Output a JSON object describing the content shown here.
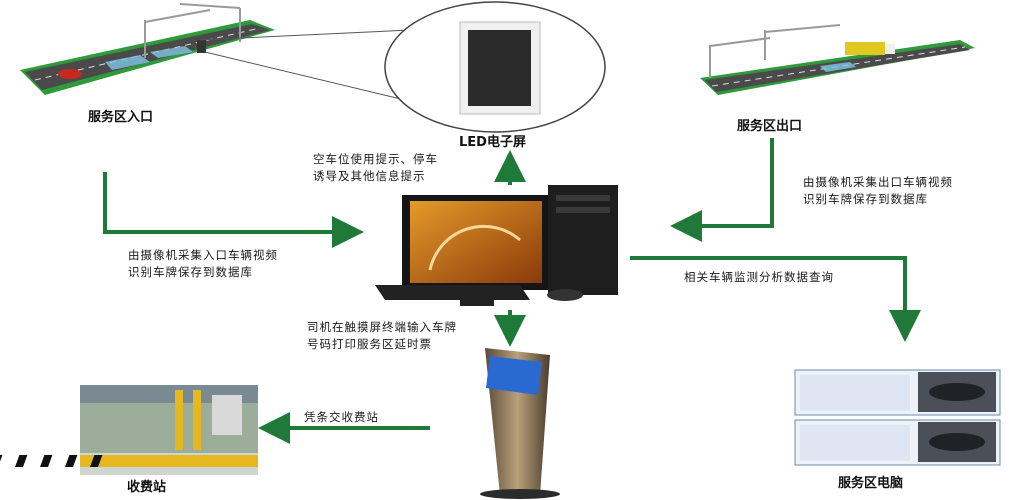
{
  "nodes": {
    "entrance": "服务区入口",
    "led": "LED电子屏",
    "exit": "服务区出口",
    "toll": "收费站",
    "computer": "服务区电脑"
  },
  "notes": {
    "led_note": [
      "空车位使用提示、停车",
      "诱导及其他信息提示"
    ],
    "entrance_note": [
      "由摄像机采集入口车辆视频",
      "识别车牌保存到数据库"
    ],
    "exit_note": [
      "由摄像机采集出口车辆视频",
      "识别车牌保存到数据库"
    ],
    "query_note": "相关车辆监测分析数据查询",
    "kiosk_note": [
      "司机在触摸屏终端输入车牌",
      "号码打印服务区延时票"
    ],
    "toll_note": "凭条交收费站"
  },
  "colors": {
    "arrow": "#1f7a3a",
    "road": "#3c3c3c",
    "grass": "#2e9a3a"
  },
  "icons": [
    "road-entrance-icon",
    "led-screen-icon",
    "road-exit-icon",
    "desktop-computer-icon",
    "kiosk-icon",
    "toll-station-icon",
    "monitor-screens-icon"
  ]
}
